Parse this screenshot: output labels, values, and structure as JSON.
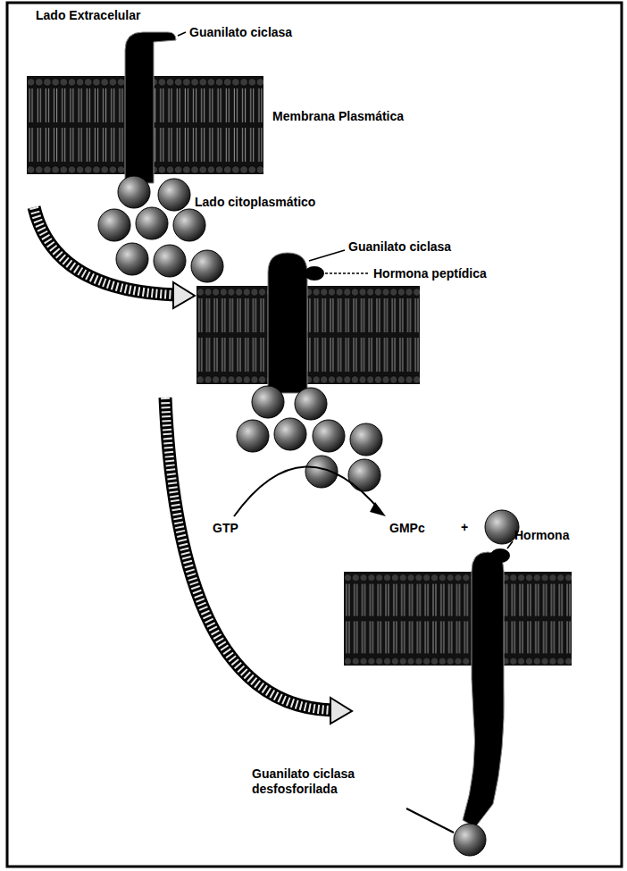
{
  "diagram": {
    "labels": [
      "Lado Extracelular",
      "Guanilato ciclasa",
      "Membrana Plasmática",
      "Lado citoplasmático",
      "Guanilato ciclasa",
      "Hormona peptídica",
      "GTP",
      "GMPc",
      "+",
      "Hormona",
      "Guanilato ciclasa desfosforilada"
    ]
  }
}
